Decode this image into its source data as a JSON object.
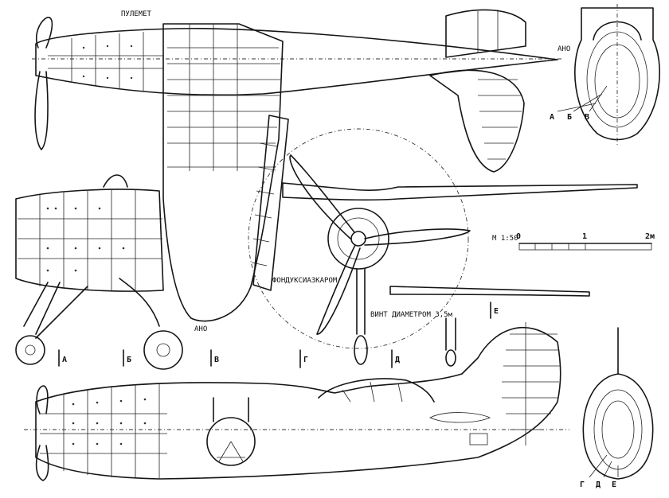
{
  "labels": {
    "top_note": "ПУЛЕМЕТ",
    "ano_top": "АНО",
    "ano_bottom": "АНО",
    "section_a": "А",
    "section_b": "Б",
    "section_v": "В",
    "section_g": "Г",
    "section_d": "Д",
    "section_e": "Е",
    "fuselage_note": "ФОНДУКСИАЗКАРОМ",
    "prop_note": "ВИНТ ДИАМЕТРОМ 3,5м",
    "scale_label": "М 1:50",
    "scale_0": "0",
    "scale_1": "1",
    "scale_2": "2м"
  },
  "colors": {
    "ink": "#151515",
    "paper": "#ffffff"
  }
}
